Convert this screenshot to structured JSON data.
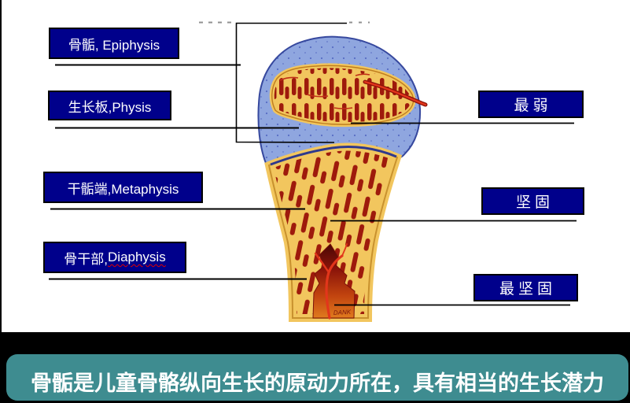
{
  "labels": {
    "epiphysis": "骨骺, Epiphysis",
    "physis": "生长板,Physis",
    "metaphysis": "干骺端,Metaphysis",
    "diaphysis_cn": "骨干部,",
    "diaphysis_en": "Diaphysis",
    "weakest": "最弱",
    "strong": "坚固",
    "strongest": "最坚固"
  },
  "caption": "骨骺是儿童骨骼纵向生长的原动力所在，具有相当的生长潜力",
  "illustration": {
    "signature": "DANK",
    "subject": "proximal long bone cross-section"
  },
  "colors": {
    "label_box": "#00008B",
    "label_text": "#FFFFFF",
    "caption_bar": "#3E8C90",
    "caption_text": "#FFFFFF",
    "cartilage_blue": "#8FA6DF",
    "bone_yellow": "#F2C65E",
    "marrow_red": "#9E1A0C",
    "artery_red": "#E2361B"
  }
}
